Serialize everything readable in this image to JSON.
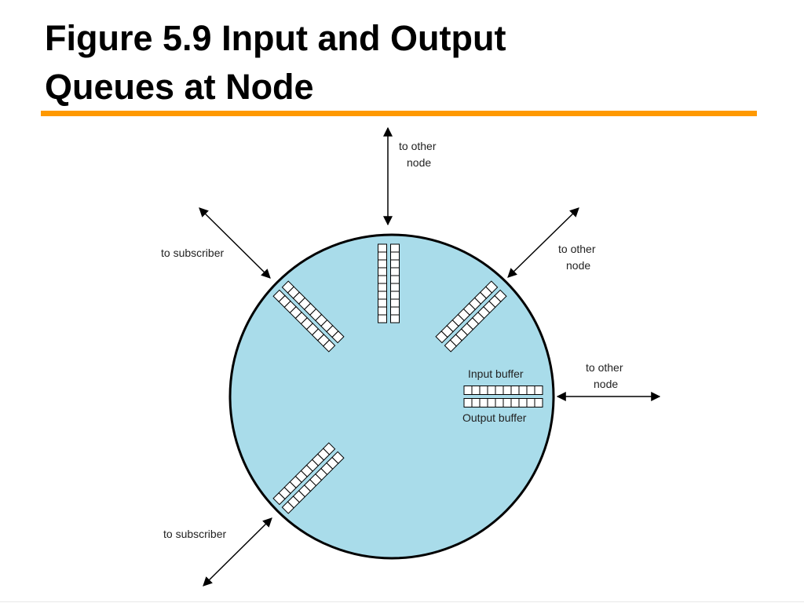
{
  "slide": {
    "title_line1": "Figure 5.9 Input and Output",
    "title_line2": "Queues at Node"
  },
  "diagram": {
    "labels": {
      "top_line1": "to other",
      "top_line2": "node",
      "upper_right_line1": "to other",
      "upper_right_line2": "node",
      "right_line1": "to other",
      "right_line2": "node",
      "upper_left": "to subscriber",
      "lower_left": "to subscriber",
      "input_buffer": "Input buffer",
      "output_buffer": "Output buffer"
    }
  },
  "colors": {
    "accent_rule": "#ff9900",
    "node_fill": "#a9dcea",
    "stroke": "#000000",
    "buffer_cell": "#ffffff"
  }
}
